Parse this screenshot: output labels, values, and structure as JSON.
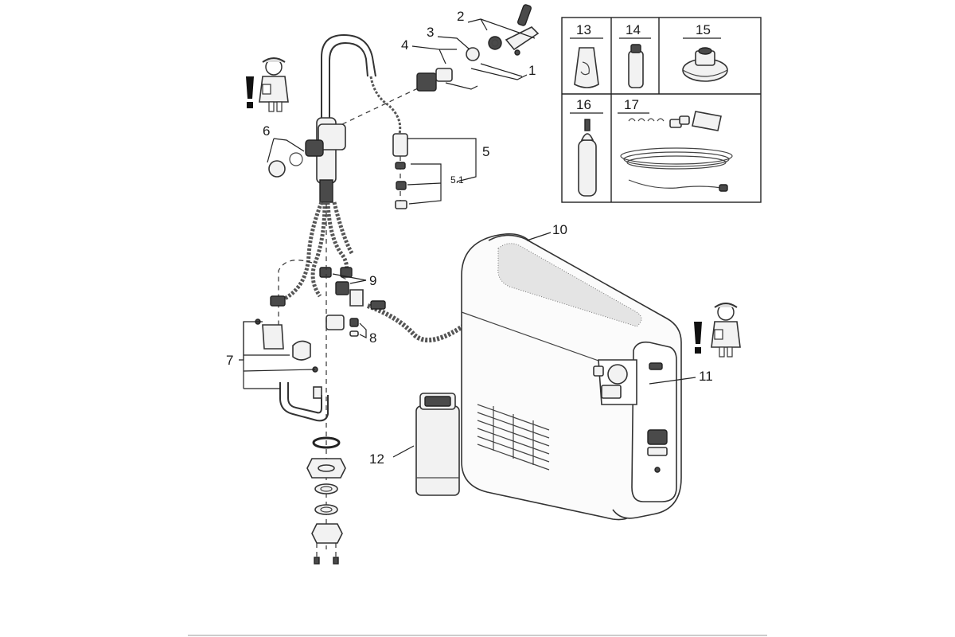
{
  "callouts": {
    "n1": "1",
    "n2": "2",
    "n3": "3",
    "n4": "4",
    "n5": "5",
    "n5_1": "5.1",
    "n6": "6",
    "n7": "7",
    "n8": "8",
    "n9": "9",
    "n10": "10",
    "n11": "11",
    "n12": "12"
  },
  "accessory_table": {
    "cells": [
      "13",
      "14",
      "15",
      "16",
      "17"
    ]
  },
  "icons": {
    "warning": "exclamation-icon",
    "installer": "installer-figure-icon"
  },
  "colors": {
    "line": "#222222",
    "part_fill": "#f2f2f2",
    "dark_part": "#4a4a4a"
  }
}
